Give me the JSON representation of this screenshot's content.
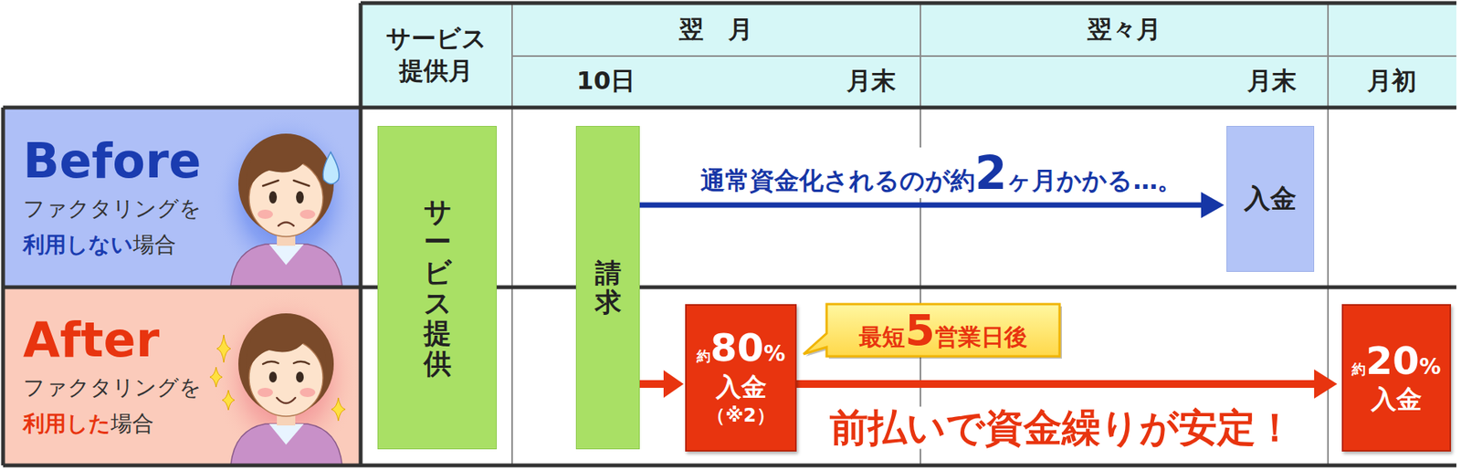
{
  "diagram": {
    "nodes": [
      {
        "text": [
          "Before",
          "ファクタリングを",
          "利用しない",
          "場合"
        ]
      },
      {
        "text": [
          "After",
          "ファクタリングを",
          "利用した",
          "場合"
        ]
      },
      {
        "text": [
          "サービス提供"
        ]
      },
      {
        "text": [
          "請求"
        ]
      },
      {
        "text": [
          "入金"
        ]
      },
      {
        "text": [
          "約",
          "80",
          "%",
          "入金",
          "（※2）"
        ]
      },
      {
        "text": [
          "最短",
          "5",
          "営業日後"
        ]
      },
      {
        "text": [
          "約",
          "20",
          "%",
          "入金"
        ]
      }
    ],
    "edges": [
      {
        "from": 3,
        "to": 4,
        "arrow": "to"
      },
      {
        "from": 3,
        "to": 5,
        "arrow": "to"
      },
      {
        "from": 5,
        "to": 7,
        "arrow": "to"
      }
    ],
    "labels": [
      "サービス 提供月",
      "翌　月",
      "翌々月",
      "10日",
      "月末",
      "月末",
      "月初",
      "通常資金化されるのが約",
      "2",
      "ヶ月かかる…。",
      "前払いで資金繰りが安定！"
    ]
  }
}
